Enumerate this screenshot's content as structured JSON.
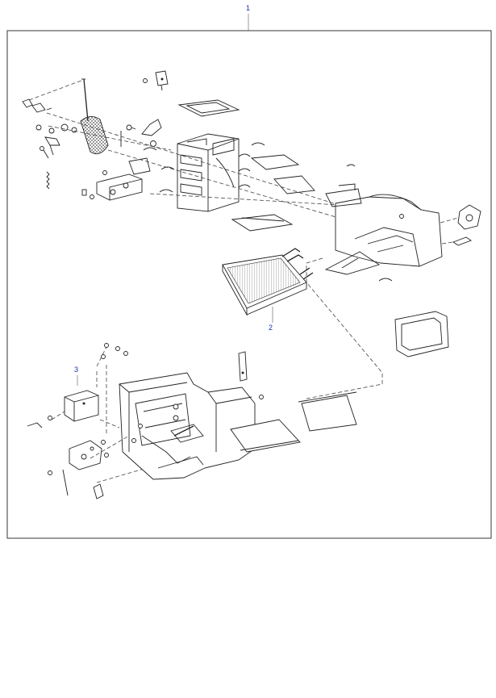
{
  "callouts": {
    "assembly": "1",
    "heater_matrix": "2",
    "actuator_motor": "3"
  },
  "colors": {
    "callout_text": "#1a2bb8",
    "linework": "#222222",
    "background": "#ffffff"
  }
}
